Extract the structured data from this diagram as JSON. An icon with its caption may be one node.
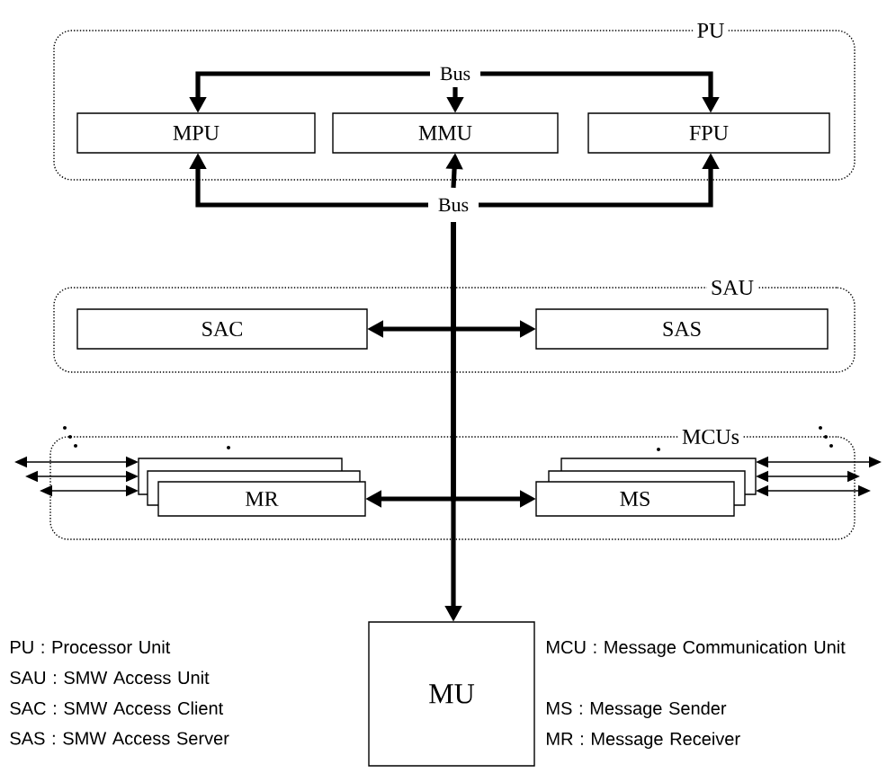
{
  "diagram": {
    "nodes": [
      {
        "text": [
          "PU"
        ]
      },
      {
        "text": [
          "Bus"
        ],
        "in": 0
      },
      {
        "text": [
          "MPU"
        ],
        "in": 0
      },
      {
        "text": [
          "MMU"
        ],
        "in": 0
      },
      {
        "text": [
          "FPU"
        ],
        "in": 0
      },
      {
        "text": [
          "Bus"
        ]
      },
      {
        "text": [
          "SAU"
        ]
      },
      {
        "text": [
          "SAC"
        ],
        "in": 6
      },
      {
        "text": [
          "SAS"
        ],
        "in": 6
      },
      {
        "text": [
          "MCUs"
        ]
      },
      {
        "text": [
          "MR"
        ],
        "in": 9
      },
      {
        "text": [
          "MS"
        ],
        "in": 9
      },
      {
        "text": [
          "MU"
        ]
      }
    ],
    "edges": [
      {
        "from": 1,
        "to": 2,
        "arrow": "to"
      },
      {
        "from": 1,
        "to": 3,
        "arrow": "to"
      },
      {
        "from": 1,
        "to": 4,
        "arrow": "to"
      },
      {
        "from": 5,
        "to": 2,
        "arrow": "to"
      },
      {
        "from": 5,
        "to": 3,
        "arrow": "to"
      },
      {
        "from": 5,
        "to": 4,
        "arrow": "to"
      },
      {
        "from": 5,
        "to": 7,
        "arrow": "to"
      },
      {
        "from": 5,
        "to": 8,
        "arrow": "to"
      },
      {
        "from": 5,
        "to": 10,
        "arrow": "to"
      },
      {
        "from": 5,
        "to": 11,
        "arrow": "to"
      },
      {
        "from": 5,
        "to": 12,
        "arrow": "to"
      },
      {
        "from": null,
        "to": 10,
        "arrow": "both"
      },
      {
        "from": null,
        "to": 10,
        "arrow": "both"
      },
      {
        "from": null,
        "to": 10,
        "arrow": "both"
      },
      {
        "from": null,
        "to": 11,
        "arrow": "both"
      },
      {
        "from": null,
        "to": 11,
        "arrow": "both"
      },
      {
        "from": null,
        "to": 11,
        "arrow": "both"
      }
    ],
    "labels": [
      "PU : Processor Unit",
      "SAU : SMW Access Unit",
      "SAC : SMW Access Client",
      "SAS : SMW Access Server",
      "MCU : Message Communication Unit",
      "MS : Message Sender",
      "MR : Message Receiver"
    ]
  }
}
